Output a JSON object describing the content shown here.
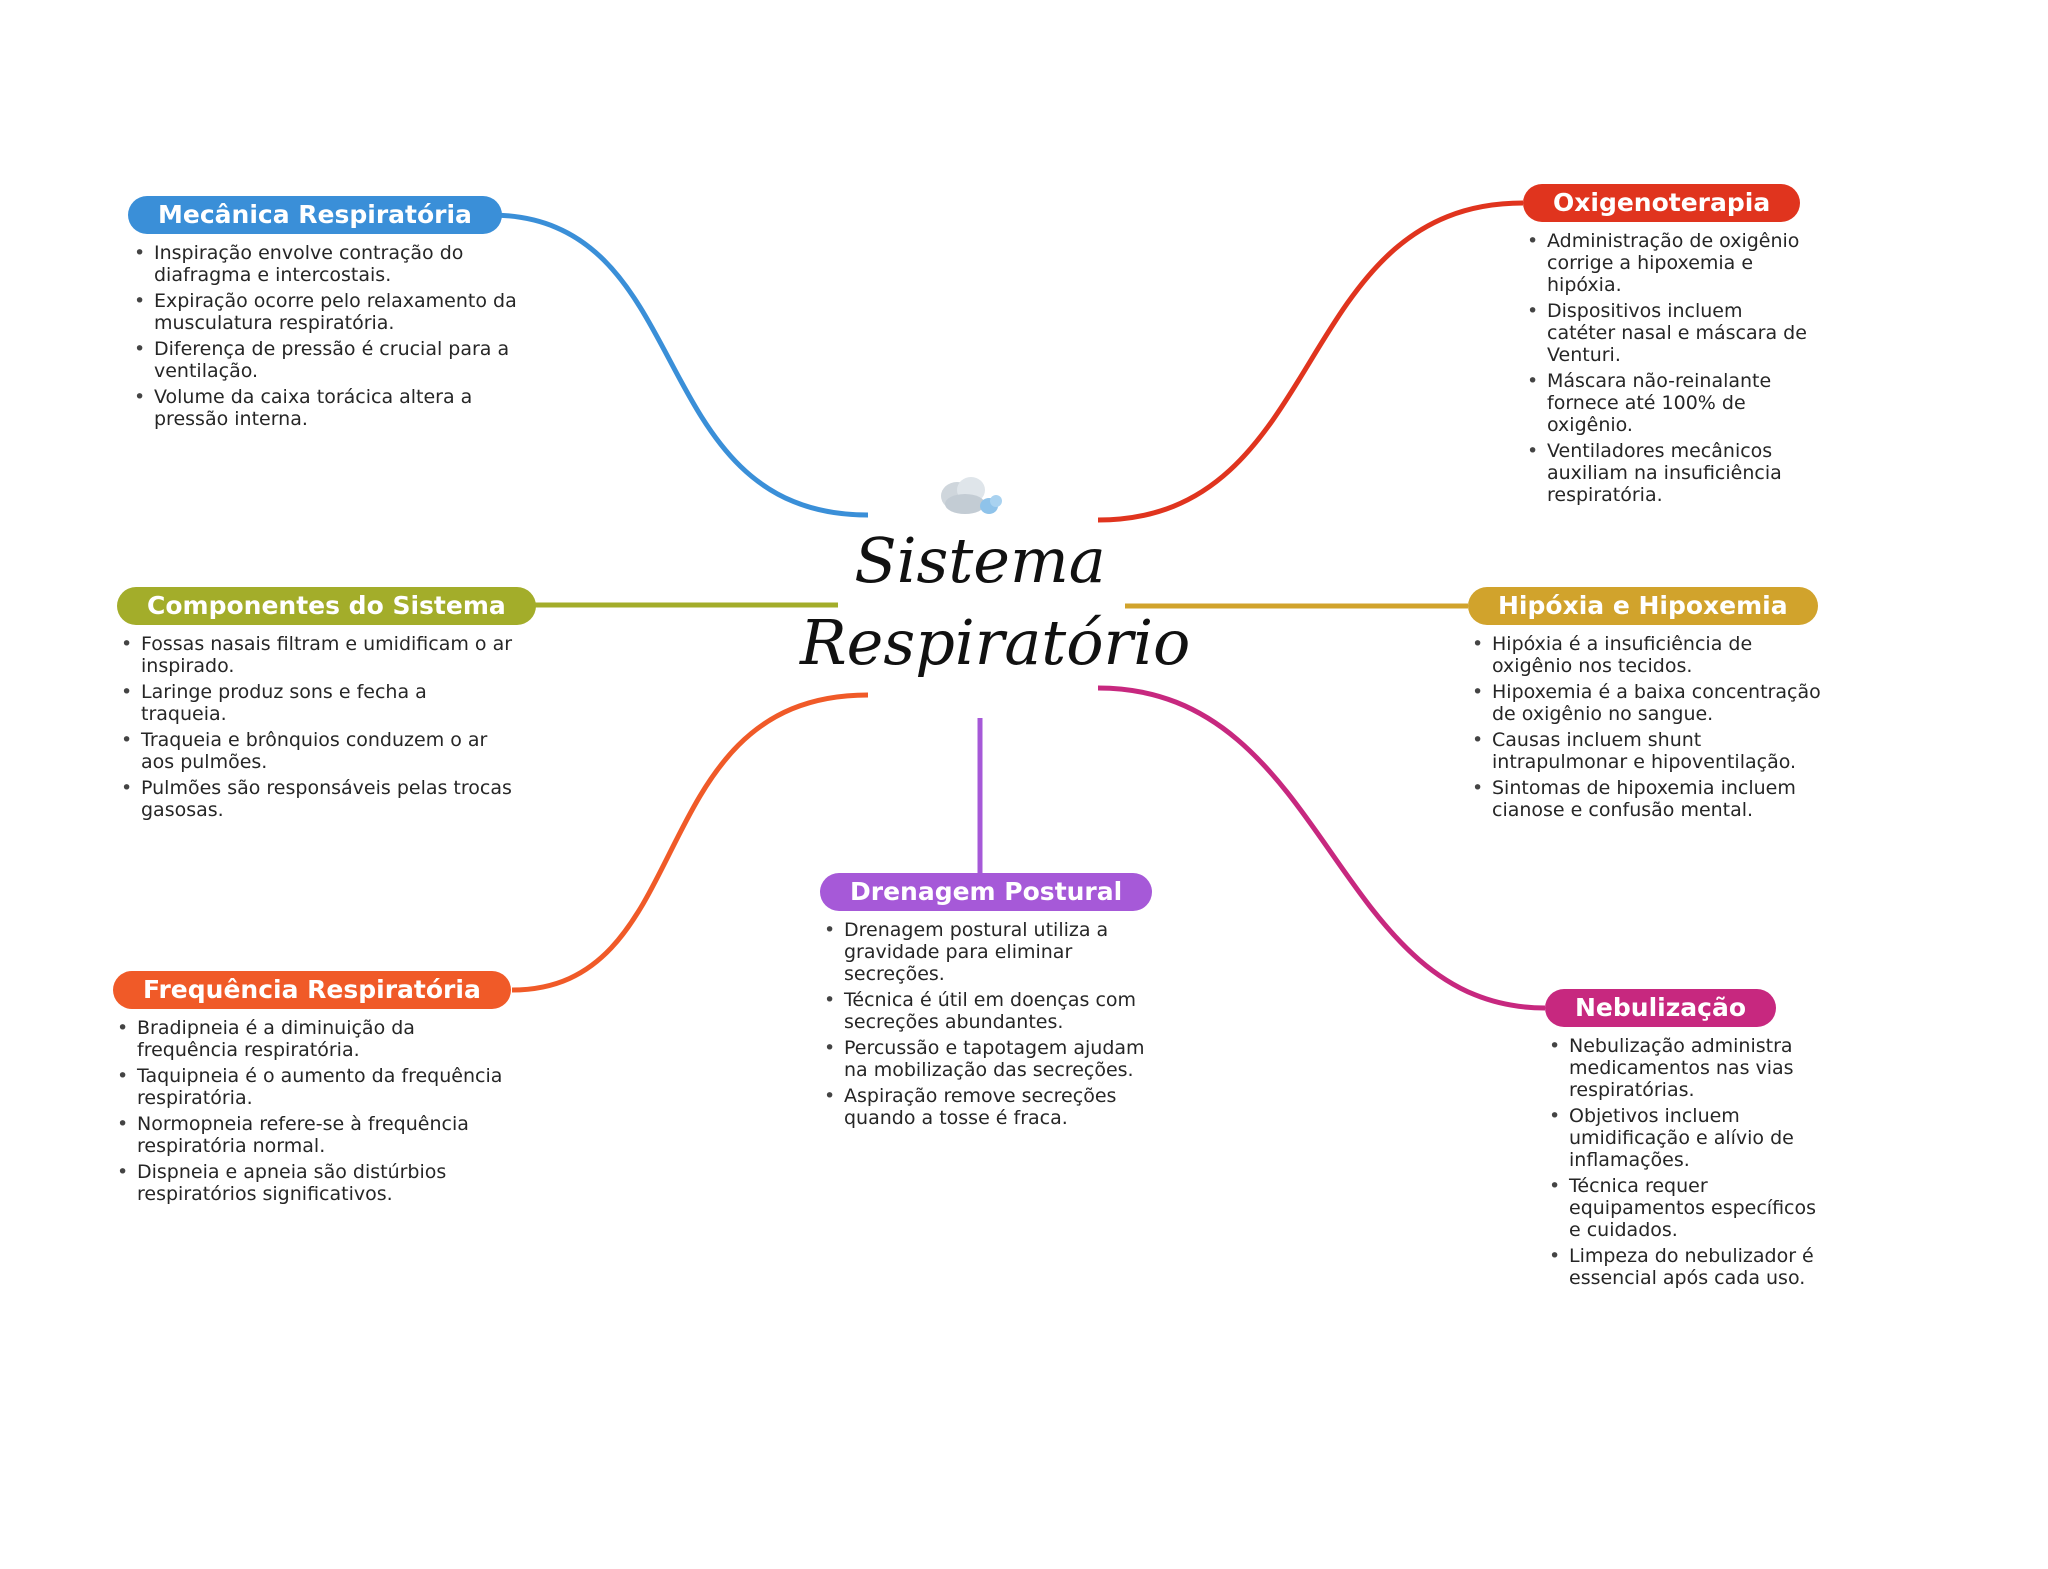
{
  "center": {
    "title_line1": "Sistema",
    "title_line2": "Respiratório",
    "icon": "cloud-icon"
  },
  "branches": [
    {
      "id": "mecanica",
      "label": "Mecânica Respiratória",
      "color": "#3a8fd8",
      "points": [
        "Inspiração envolve contração do diafragma e intercostais.",
        "Expiração ocorre pelo relaxamento da musculatura respiratória.",
        "Diferença de pressão é crucial para a ventilação.",
        "Volume da caixa torácica altera a pressão interna."
      ]
    },
    {
      "id": "componentes",
      "label": "Componentes do Sistema",
      "color": "#a3ad2a",
      "points": [
        "Fossas nasais filtram e umidificam o ar inspirado.",
        "Laringe produz sons e fecha a traqueia.",
        "Traqueia e brônquios conduzem o ar aos pulmões.",
        "Pulmões são responsáveis pelas trocas gasosas."
      ]
    },
    {
      "id": "frequencia",
      "label": "Frequência Respiratória",
      "color": "#f05a28",
      "points": [
        "Bradipneia é a diminuição da frequência respiratória.",
        "Taquipneia é o aumento da frequência respiratória.",
        "Normopneia refere-se à frequência respiratória normal.",
        "Dispneia e apneia são distúrbios respiratórios significativos."
      ]
    },
    {
      "id": "drenagem",
      "label": "Drenagem Postural",
      "color": "#a659d8",
      "points": [
        "Drenagem postural utiliza a gravidade para eliminar secreções.",
        "Técnica é útil em doenças com secreções abundantes.",
        "Percussão e tapotagem ajudam na mobilização das secreções.",
        "Aspiração remove secreções quando a tosse é fraca."
      ]
    },
    {
      "id": "oxigenoterapia",
      "label": "Oxigenoterapia",
      "color": "#e0341e",
      "points": [
        "Administração de oxigênio corrige a hipoxemia e hipóxia.",
        "Dispositivos incluem catéter nasal e máscara de Venturi.",
        "Máscara não-reinalante fornece até 100% de oxigênio.",
        "Ventiladores mecânicos auxiliam na insuficiência respiratória."
      ]
    },
    {
      "id": "hipoxia",
      "label": "Hipóxia e Hipoxemia",
      "color": "#d1a32c",
      "points": [
        "Hipóxia é a insuficiência de oxigênio nos tecidos.",
        "Hipoxemia é a baixa concentração de oxigênio no sangue.",
        "Causas incluem shunt intrapulmonar e hipoventilação.",
        "Sintomas de hipoxemia incluem cianose e confusão mental."
      ]
    },
    {
      "id": "nebulizacao",
      "label": "Nebulização",
      "color": "#c7287f",
      "points": [
        "Nebulização administra medicamentos nas vias respiratórias.",
        "Objetivos incluem umidificação e alívio de inflamações.",
        "Técnica requer equipamentos específicos e cuidados.",
        "Limpeza do nebulizador é essencial após cada uso."
      ]
    }
  ]
}
